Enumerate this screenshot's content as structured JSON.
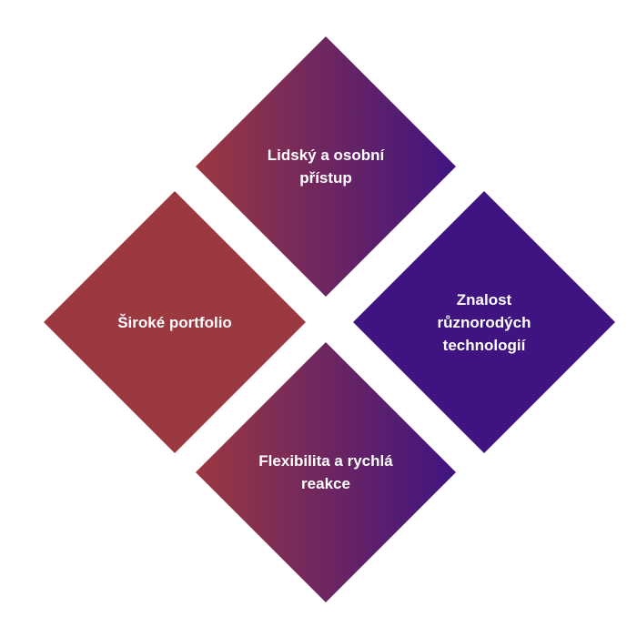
{
  "colors": {
    "red": "#9c3840",
    "purple_mid": "#6b1f6a",
    "indigo": "#3f1481",
    "text": "#ffffff",
    "background": "#ffffff"
  },
  "tiles": [
    {
      "id": "top",
      "label": "Lidský a osobní\npřístup",
      "gradient": [
        "#9c3840",
        "#3f1481"
      ]
    },
    {
      "id": "left",
      "label": "Široké portfolio",
      "gradient": [
        "#9c3840",
        "#9c3840"
      ]
    },
    {
      "id": "right",
      "label": "Znalost\nrůznorodých\ntechnologií",
      "gradient": [
        "#3f1481",
        "#3f1481"
      ]
    },
    {
      "id": "bottom",
      "label": "Flexibilita a rychlá\nreakce",
      "gradient": [
        "#9c3840",
        "#3f1481"
      ]
    }
  ]
}
